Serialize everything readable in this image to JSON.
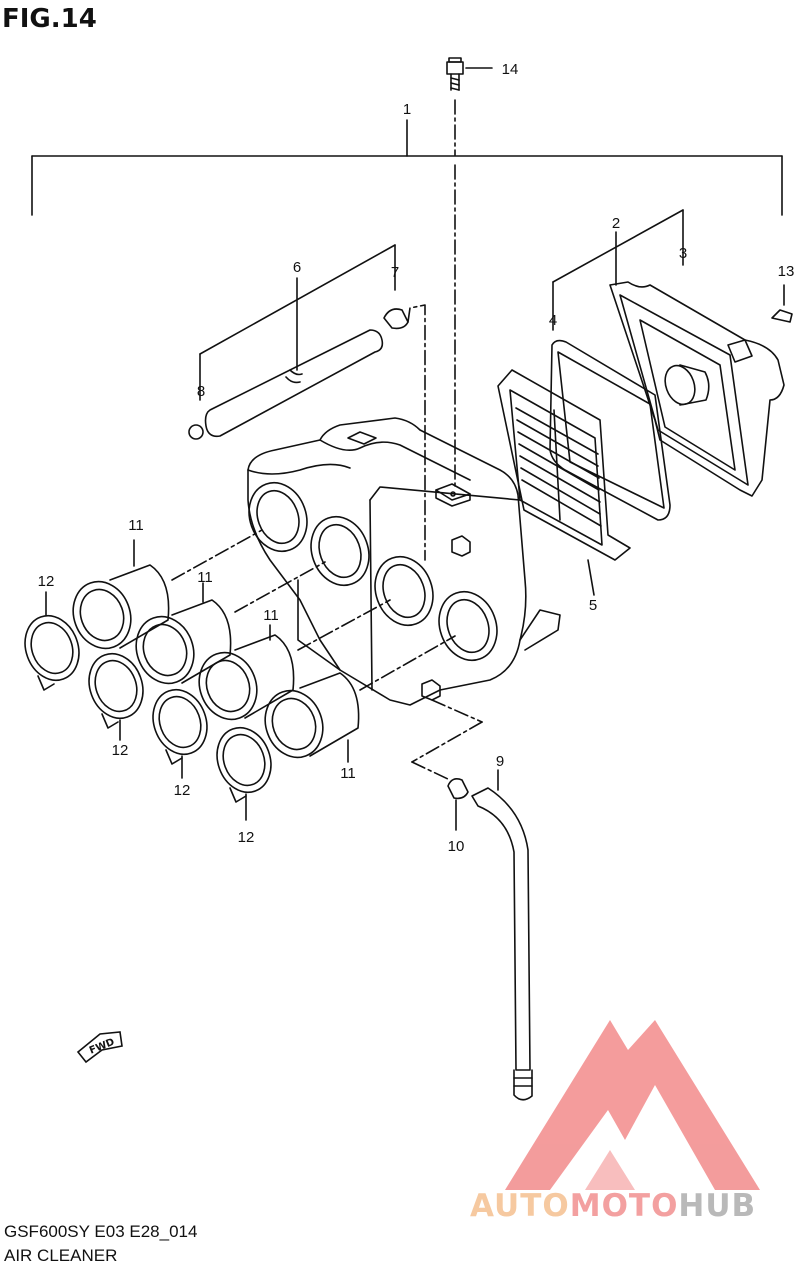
{
  "figure": {
    "title": "FIG.14",
    "model_code": "GSF600SY E03 E28_014",
    "caption": "AIR CLEANER"
  },
  "fwd_arrow": {
    "label": "FWD",
    "icon": "fwd-arrow-icon"
  },
  "callouts": [
    "1",
    "2",
    "3",
    "4",
    "5",
    "6",
    "7",
    "8",
    "9",
    "10",
    "11",
    "11",
    "11",
    "11",
    "12",
    "12",
    "12",
    "12",
    "13",
    "14"
  ],
  "watermark": {
    "part1": "AUTO",
    "part2": "MOTO",
    "part3": "HUB",
    "colors": {
      "auto": "#f6c9a0",
      "moto": "#f3a0a0",
      "hub": "#b9b9b9",
      "triangle": "#f28b8b"
    }
  }
}
